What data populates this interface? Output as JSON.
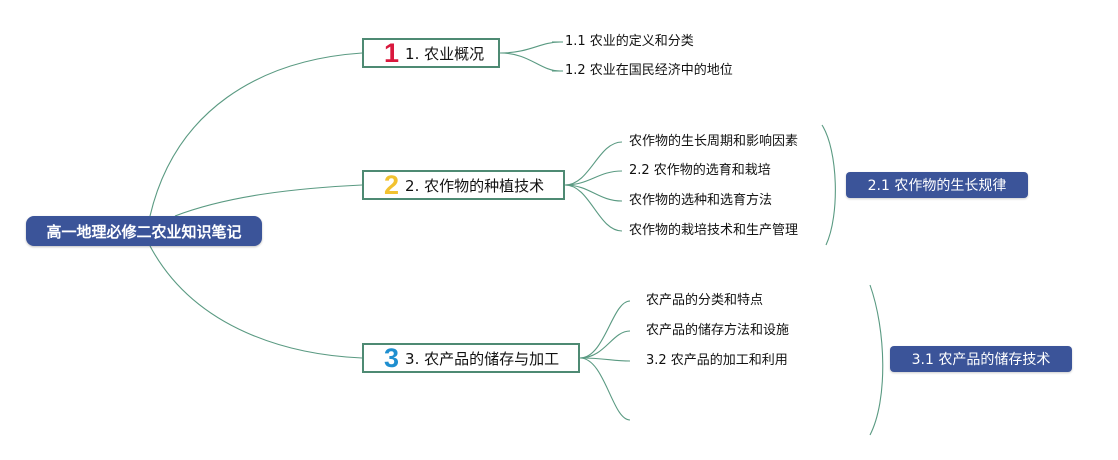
{
  "root": {
    "title": "高一地理必修二农业知识笔记"
  },
  "branches": [
    {
      "num": "1",
      "num_color": "#d9183d",
      "label": "1. 农业概况",
      "children": [
        "1.1 农业的定义和分类",
        "1.2 农业在国民经济中的地位"
      ]
    },
    {
      "num": "2",
      "num_color": "#f2c230",
      "label": "2. 农作物的种植技术",
      "children": [
        "农作物的生长周期和影响因素",
        "2.2 农作物的选育和栽培",
        "农作物的选种和选育方法",
        "农作物的栽培技术和生产管理"
      ],
      "summary": "2.1 农作物的生长规律"
    },
    {
      "num": "3",
      "num_color": "#1f8fd0",
      "label": "3. 农产品的储存与加工",
      "children": [
        "农产品的分类和特点",
        "农产品的储存方法和设施",
        "3.2 农产品的加工和利用",
        ""
      ],
      "summary": "3.1 农产品的储存技术"
    }
  ],
  "colors": {
    "line": "#5a9a82",
    "node_fill": "#3b5499",
    "branch_border": "#4e8a73"
  }
}
